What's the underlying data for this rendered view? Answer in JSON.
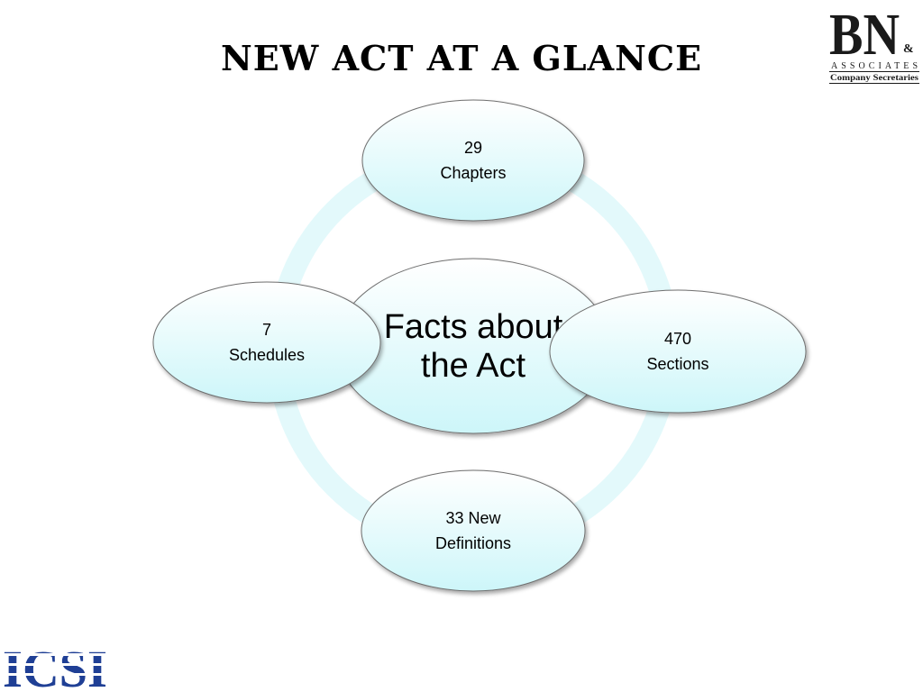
{
  "slide": {
    "title": "NEW ACT AT A GLANCE"
  },
  "logos": {
    "bn": {
      "mark": "BN",
      "ampersand": "&",
      "line1": "ASSOCIATES",
      "line2": "Company Secretaries"
    },
    "icsi": {
      "mark": "ICSI"
    }
  },
  "diagram": {
    "center": {
      "line1": "Facts about",
      "line2": "the Act"
    },
    "nodes": {
      "top": {
        "line1": "29",
        "line2": "Chapters"
      },
      "right": {
        "line1": "470",
        "line2": "Sections"
      },
      "bottom": {
        "line1": "33 New",
        "line2": "Definitions"
      },
      "left": {
        "line1": "7",
        "line2": "Schedules"
      }
    },
    "colors": {
      "ring": "#e3f9fb",
      "node_fill_top": "#ffffff",
      "node_fill_bottom": "#cdf6f9",
      "node_stroke": "#6f6f6f"
    }
  }
}
